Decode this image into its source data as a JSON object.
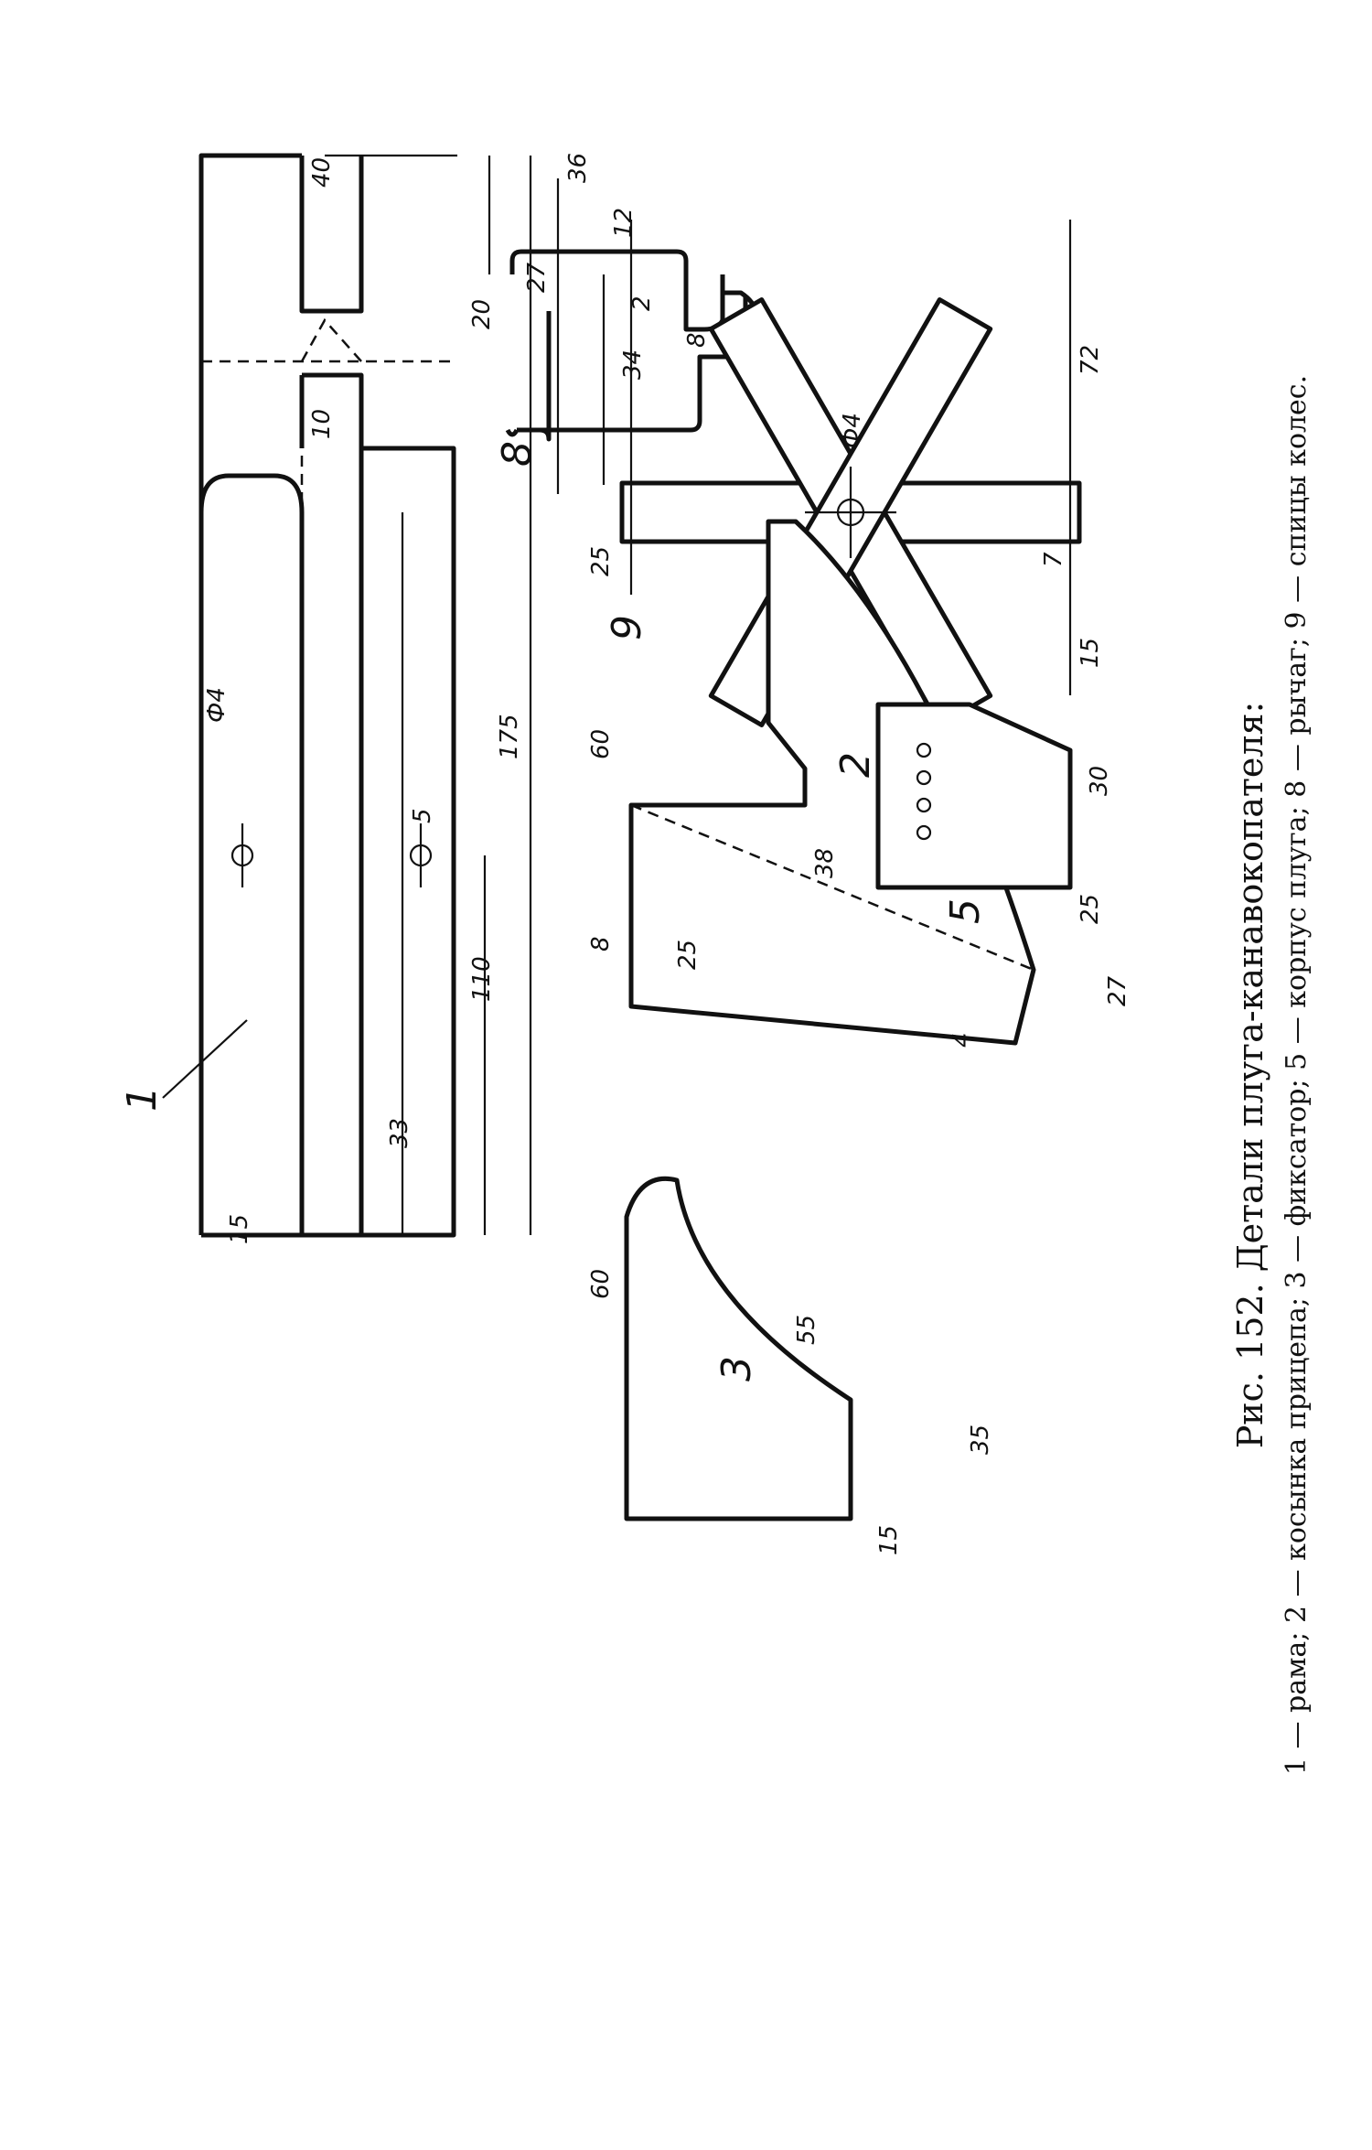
{
  "figure": {
    "caption": "Рис. 152. Детали плуга-канавокопателя:",
    "legend": "1 — рама; 2 — косынка прицепа; 3 — фиксатор; 5 — корпус плуга; 8 — рычаг; 9 — спицы колес."
  },
  "parts": {
    "frame": {
      "label": "1",
      "dims": {
        "length": "175",
        "width": "40",
        "slot": "10",
        "top": "20",
        "hole_pos": "110",
        "hole_offset": "5",
        "hole_dia": "Ф4",
        "notch_depth": "33",
        "notch_width": "15"
      }
    },
    "gusset": {
      "label": "2",
      "dims": {
        "width": "30",
        "height": "25",
        "chamfer": "15"
      }
    },
    "latch": {
      "label": "3",
      "dims": {
        "height": "60",
        "width": "55",
        "leg": "35",
        "leg_width": "15"
      }
    },
    "body": {
      "label": "5",
      "dims": {
        "top": "25",
        "mid": "60",
        "bottom": "8",
        "offset": "38",
        "foot": "25",
        "tip": "27",
        "blade": "4"
      }
    },
    "lever": {
      "label": "8",
      "dims": {
        "span": "36",
        "hook": "27",
        "gap": "2",
        "height": "34",
        "leg": "12"
      }
    },
    "spokes": {
      "label": "9",
      "dims": {
        "size": "72",
        "hub": "8",
        "hole_dia": "Ф4",
        "arm": "7"
      }
    }
  }
}
